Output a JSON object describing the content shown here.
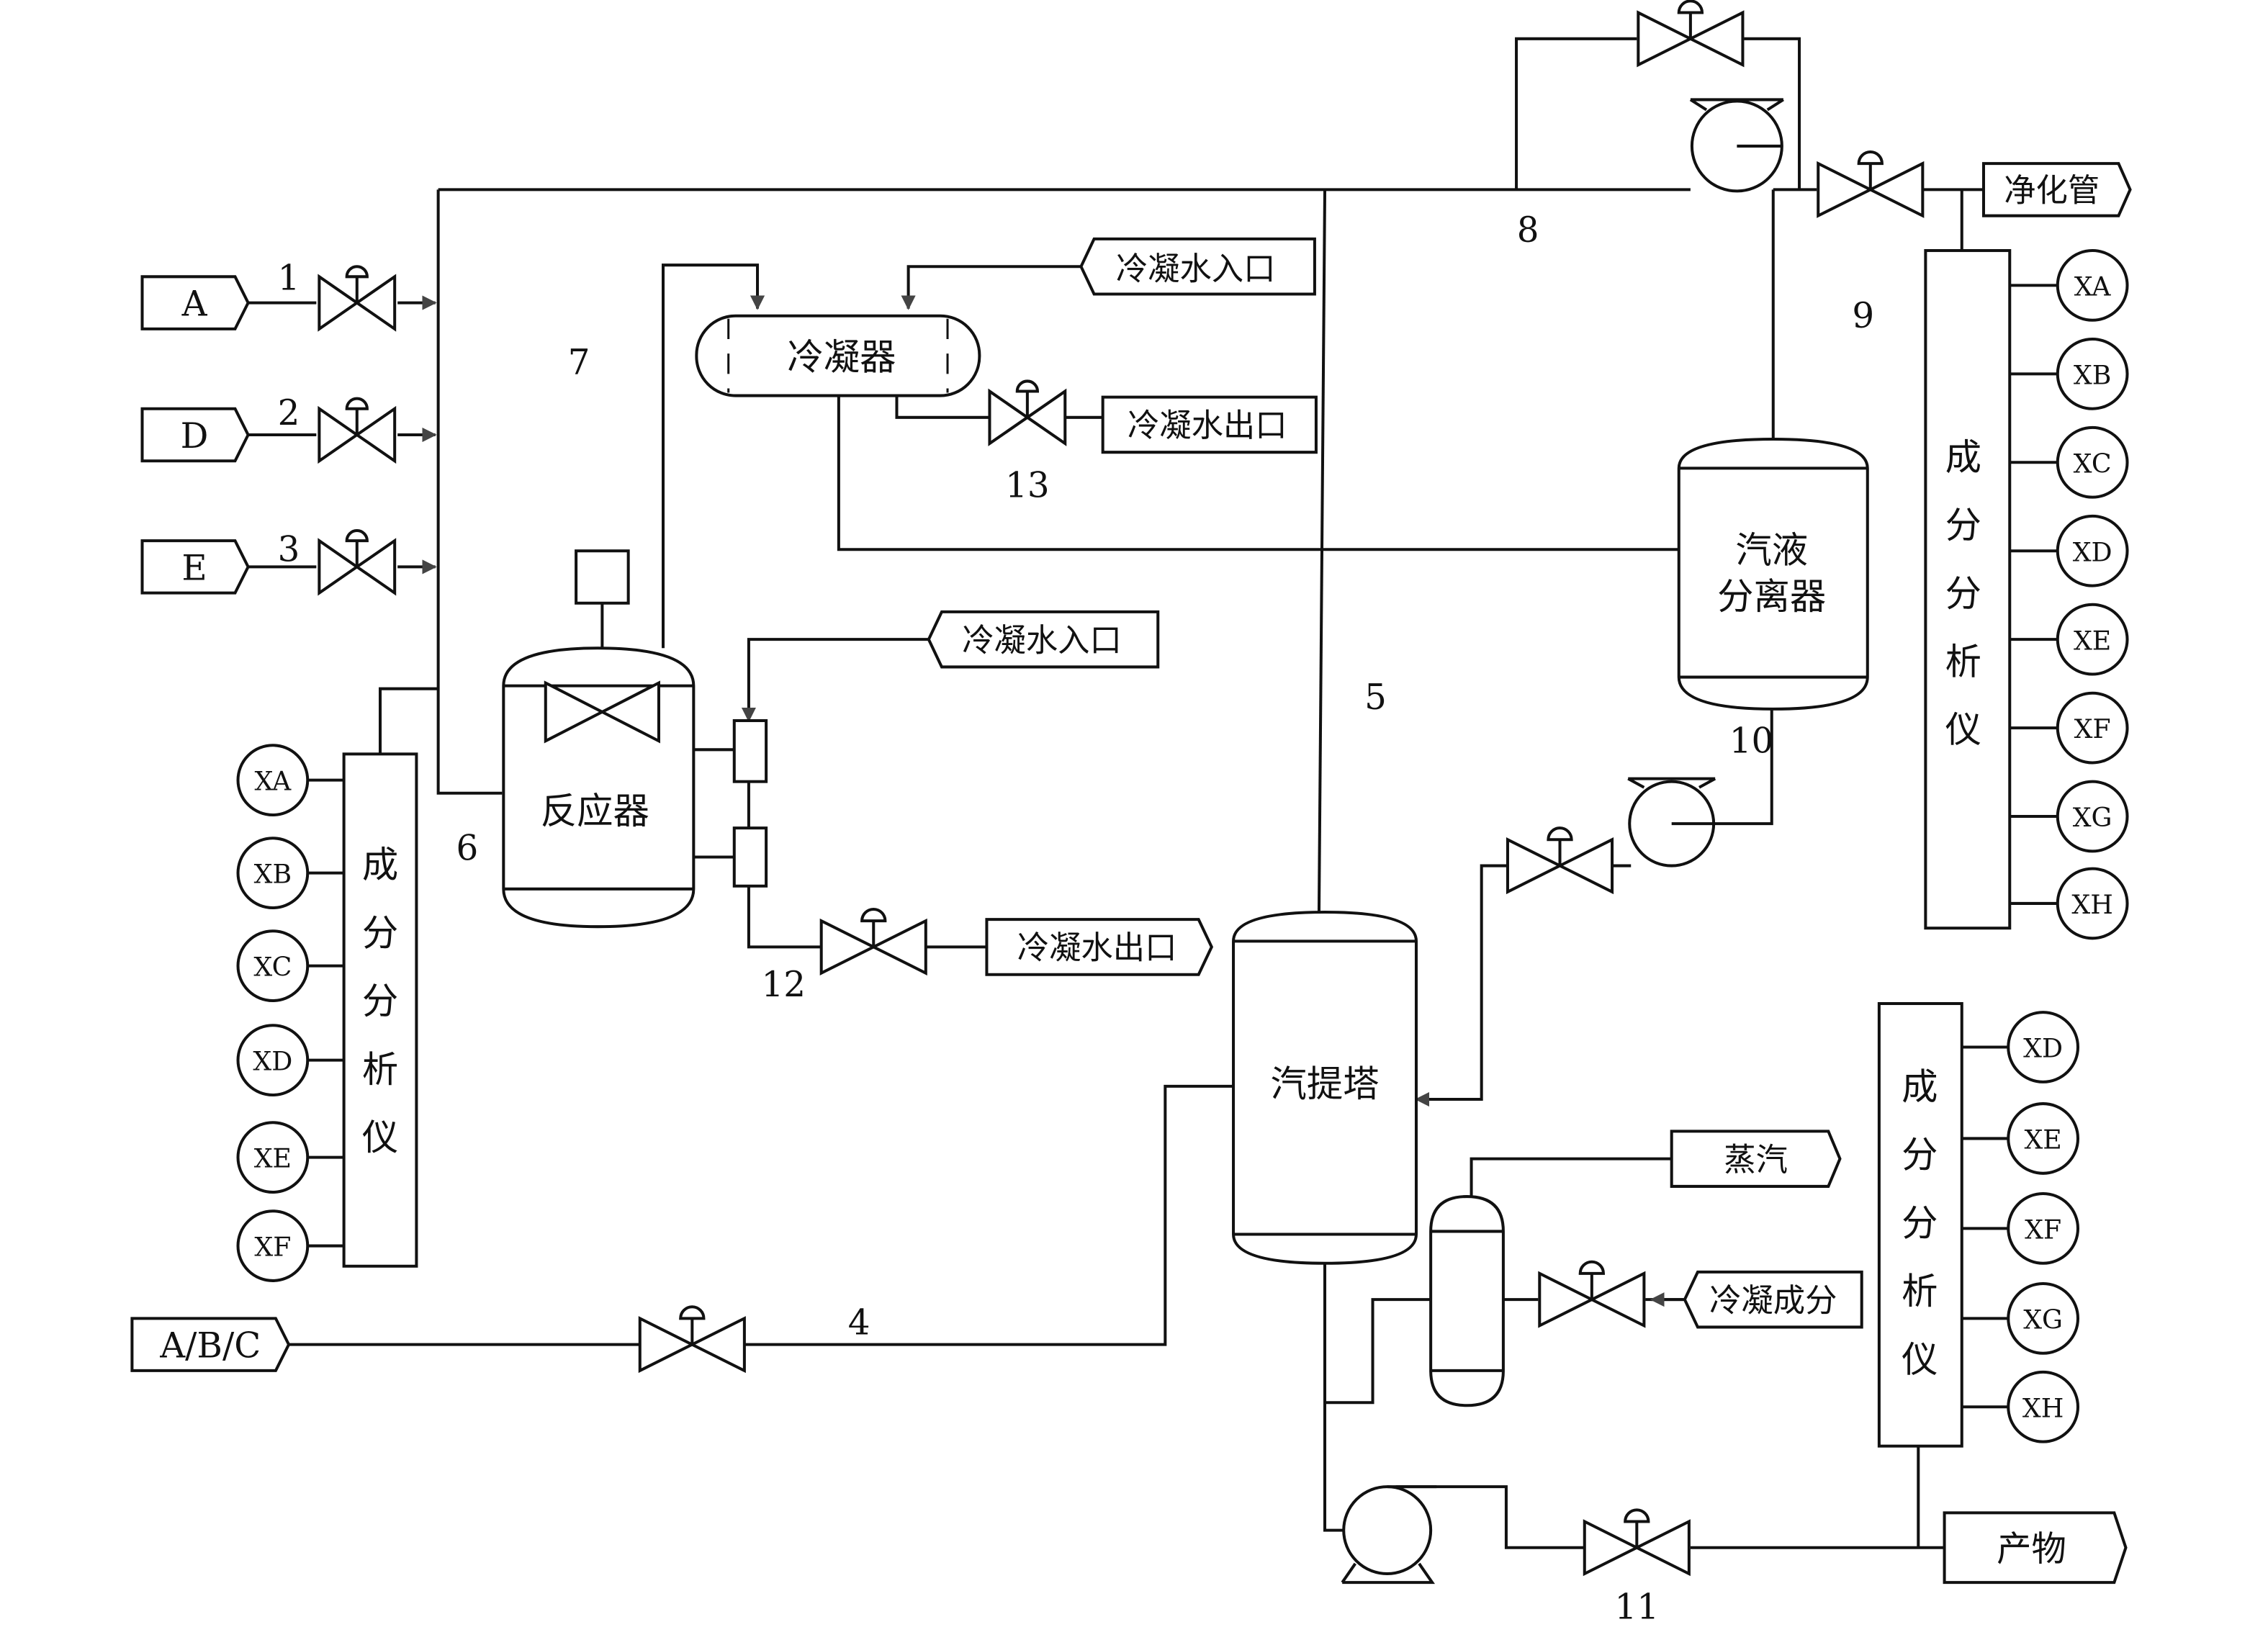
{
  "feeds": [
    "A",
    "D",
    "E"
  ],
  "feed_mix": "A/B/C",
  "stream_numbers": [
    "1",
    "2",
    "3",
    "4",
    "5",
    "6",
    "7",
    "8",
    "9",
    "10",
    "11",
    "12",
    "13"
  ],
  "equipment": {
    "condenser": "冷凝器",
    "reactor": "反应器",
    "separator_line1": "汽液",
    "separator_line2": "分离器",
    "stripper": "汽提塔"
  },
  "utilities": {
    "cw_in_top": "冷凝水入口",
    "cw_out_top": "冷凝水出口",
    "cw_in_reactor": "冷凝水入口",
    "cw_out_reactor": "冷凝水出口",
    "purge": "净化管",
    "steam": "蒸汽",
    "condensate": "冷凝成分",
    "product": "产物"
  },
  "analyzer_label_chars": [
    "成",
    "分",
    "分",
    "析",
    "仪"
  ],
  "analyzers": {
    "left": [
      "XA",
      "XB",
      "XC",
      "XD",
      "XE",
      "XF"
    ],
    "right": [
      "XA",
      "XB",
      "XC",
      "XD",
      "XE",
      "XF",
      "XG",
      "XH"
    ],
    "bottom": [
      "XD",
      "XE",
      "XF",
      "XG",
      "XH"
    ]
  }
}
